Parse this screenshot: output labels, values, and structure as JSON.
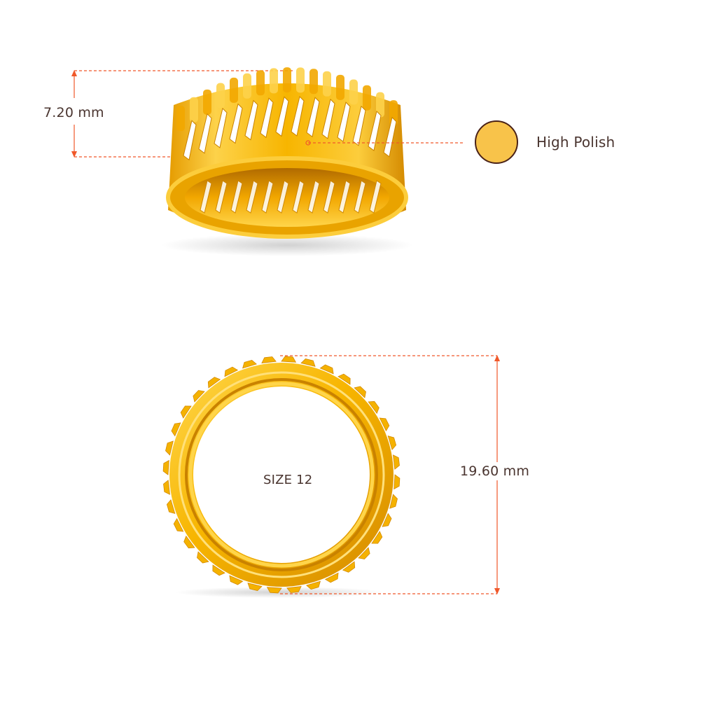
{
  "dimensions": {
    "height": "7.20 mm",
    "diameter": "19.60 mm"
  },
  "finish": {
    "label": "High Polish",
    "swatch_color": "#f8c34a",
    "swatch_border": "#4a2218"
  },
  "ring_size": "SIZE 12",
  "colors": {
    "gold_light": "#fdd24a",
    "gold_mid": "#f7b500",
    "gold_dark": "#d48a00",
    "gold_deep": "#b06a00",
    "measure_line": "#f0582a",
    "text": "#4a3530"
  },
  "icons": {
    "finish_swatch": "circle-swatch-icon"
  }
}
